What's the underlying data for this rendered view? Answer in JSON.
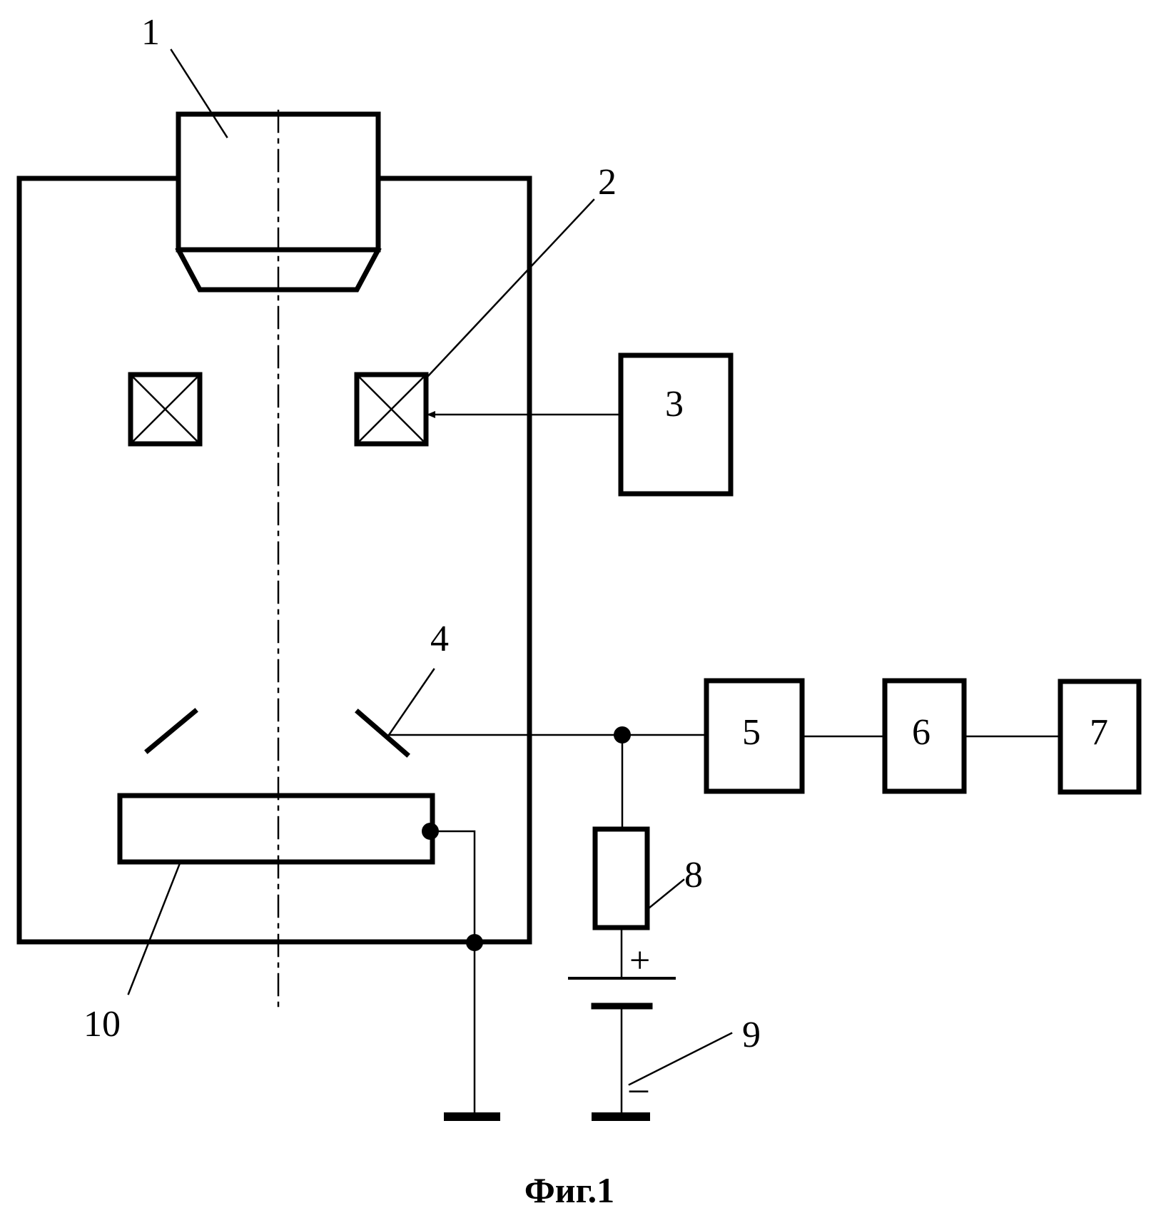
{
  "labels": {
    "l1": "1",
    "l2": "2",
    "l3": "3",
    "l4": "4",
    "l5": "5",
    "l6": "6",
    "l7": "7",
    "l8": "8",
    "l9": "9",
    "l10": "10",
    "plus": "+",
    "minus": "–"
  },
  "caption": "Фиг.1"
}
